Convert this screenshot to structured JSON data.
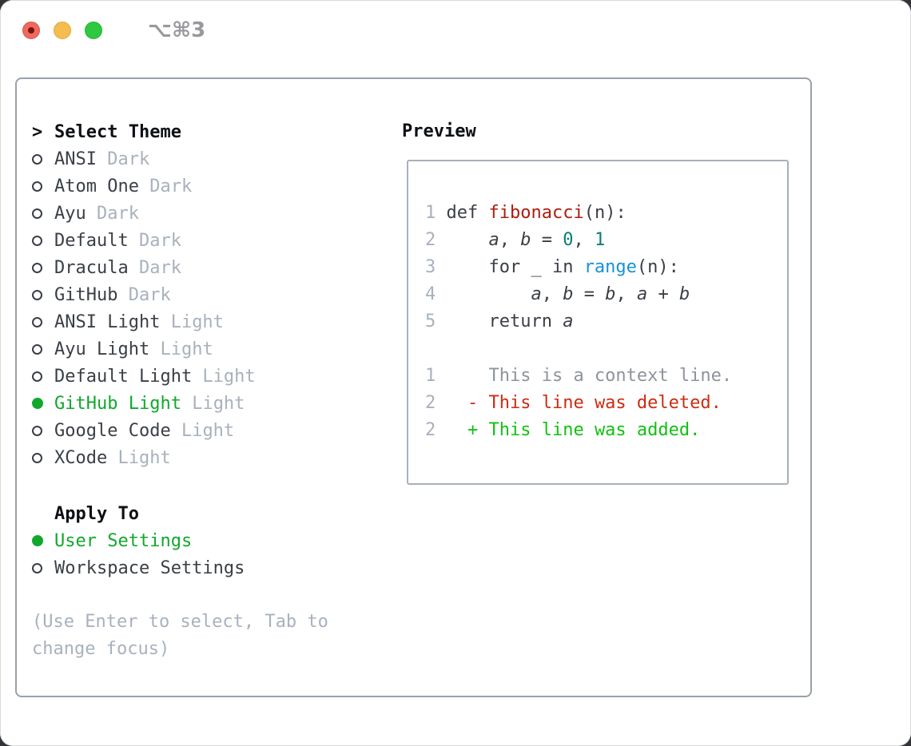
{
  "window": {
    "title": "⌥⌘3",
    "controls": [
      "close",
      "minimize",
      "zoom"
    ]
  },
  "theme_list": {
    "cursor": ">",
    "title": "Select Theme",
    "themes": [
      {
        "name": "ANSI",
        "variant": "Dark",
        "selected": false
      },
      {
        "name": "Atom One",
        "variant": "Dark",
        "selected": false
      },
      {
        "name": "Ayu",
        "variant": "Dark",
        "selected": false
      },
      {
        "name": "Default",
        "variant": "Dark",
        "selected": false
      },
      {
        "name": "Dracula",
        "variant": "Dark",
        "selected": false
      },
      {
        "name": "GitHub",
        "variant": "Dark",
        "selected": false
      },
      {
        "name": "ANSI Light",
        "variant": "Light",
        "selected": false
      },
      {
        "name": "Ayu Light",
        "variant": "Light",
        "selected": false
      },
      {
        "name": "Default Light",
        "variant": "Light",
        "selected": false
      },
      {
        "name": "GitHub Light",
        "variant": "Light",
        "selected": true
      },
      {
        "name": "Google Code",
        "variant": "Light",
        "selected": false
      },
      {
        "name": "XCode",
        "variant": "Light",
        "selected": false
      }
    ]
  },
  "apply_to": {
    "title": "Apply To",
    "options": [
      {
        "label": "User Settings",
        "selected": true
      },
      {
        "label": "Workspace Settings",
        "selected": false
      }
    ]
  },
  "help_text": "(Use Enter to select, Tab to change focus)",
  "preview": {
    "title": "Preview",
    "lines": [
      {
        "kind": "code",
        "num": "1",
        "parts": [
          [
            "def ",
            "plain"
          ],
          [
            "fibonacci",
            "func"
          ],
          [
            "(n):",
            "plain"
          ]
        ]
      },
      {
        "kind": "code",
        "num": "2",
        "parts": [
          [
            "    ",
            "plain"
          ],
          [
            "a",
            "var"
          ],
          [
            ", ",
            "plain"
          ],
          [
            "b",
            "var"
          ],
          [
            " = ",
            "plain"
          ],
          [
            "0",
            "num"
          ],
          [
            ", ",
            "plain"
          ],
          [
            "1",
            "num"
          ]
        ]
      },
      {
        "kind": "code",
        "num": "3",
        "parts": [
          [
            "    for _ in ",
            "plain"
          ],
          [
            "range",
            "builtin"
          ],
          [
            "(n):",
            "plain"
          ]
        ]
      },
      {
        "kind": "code",
        "num": "4",
        "parts": [
          [
            "        ",
            "plain"
          ],
          [
            "a",
            "var"
          ],
          [
            ", ",
            "plain"
          ],
          [
            "b",
            "var"
          ],
          [
            " = ",
            "plain"
          ],
          [
            "b",
            "var"
          ],
          [
            ", ",
            "plain"
          ],
          [
            "a",
            "var"
          ],
          [
            " + ",
            "plain"
          ],
          [
            "b",
            "var"
          ]
        ]
      },
      {
        "kind": "code",
        "num": "5",
        "parts": [
          [
            "    return ",
            "plain"
          ],
          [
            "a",
            "var"
          ]
        ]
      },
      {
        "kind": "blank",
        "num": "",
        "parts": []
      },
      {
        "kind": "context",
        "num": "1",
        "parts": [
          [
            "    This is a context line.",
            "ctx"
          ]
        ]
      },
      {
        "kind": "deleted",
        "num": "2",
        "parts": [
          [
            "  ",
            "plain"
          ],
          [
            "- This line was deleted.",
            "del"
          ]
        ]
      },
      {
        "kind": "added",
        "num": "2",
        "parts": [
          [
            "  ",
            "plain"
          ],
          [
            "+ This line was added.",
            "add"
          ]
        ]
      }
    ]
  },
  "colors": {
    "text": "#3a3f46",
    "header": "#0d1014",
    "muted": "#a8b1bd",
    "selected_green": "#10a82c",
    "func_red": "#ad1d10",
    "number_teal": "#0c7d74",
    "builtin_blue": "#1693d2",
    "diff_ctx": "#8d949c",
    "diff_del": "#cd2b12",
    "diff_add": "#12c012",
    "panel_border": "#99a1ab",
    "preview_border": "#a9b0b9",
    "title_gray": "#97999d",
    "light_red": "#ee6a5f",
    "light_yellow": "#f5bd4f",
    "light_green": "#2ec940"
  }
}
